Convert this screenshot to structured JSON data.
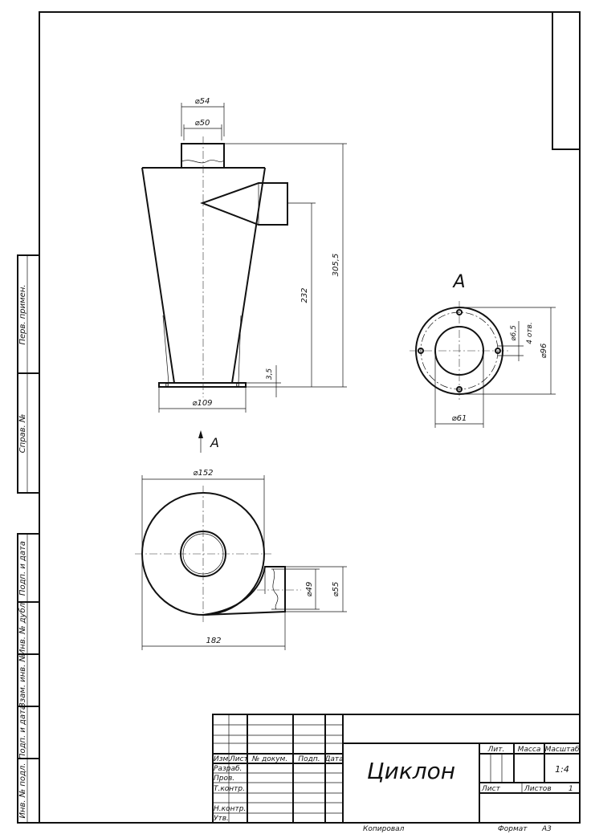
{
  "drawing": {
    "title": "Циклон",
    "scale": "1:4",
    "sheet_number": "1",
    "view_label_top": "A",
    "view_label_arrow": "A"
  },
  "dimensions": {
    "outlet_outer": "⌀54",
    "outlet_inner": "⌀50",
    "total_height": "305,5",
    "inlet_height": "232",
    "flange_thickness": "3,5",
    "base_diameter": "⌀109",
    "flange_hole": "⌀6,5",
    "hole_count": "4 отв.",
    "flange_outer": "⌀96",
    "flange_inner": "⌀61",
    "body_diameter": "⌀152",
    "inlet_inner": "⌀49",
    "inlet_outer": "⌀55",
    "overall_width": "182"
  },
  "side_strip": {
    "perv_primen": "Перв. примен.",
    "sprav_no": "Справ. №",
    "podp_data_1": "Подп. и дата",
    "inv_dubl": "Инв. № дубл.",
    "vzam_inv": "Взам. инв. №",
    "podp_data_2": "Подп. и дата",
    "inv_podl": "Инв. № подл."
  },
  "title_block": {
    "izm": "Изм.",
    "list": "Лист",
    "doc_no": "№ докум.",
    "podp": "Подп.",
    "data": "Дата",
    "razrab": "Разраб.",
    "prov": "Пров.",
    "tkontr": "Т.контр.",
    "nkontr": "Н.контр.",
    "utv": "Утв.",
    "lit": "Лит.",
    "massa": "Масса",
    "masshtab": "Масштаб",
    "list_label": "Лист",
    "listov_label": "Листов"
  },
  "footer": {
    "kopiroval": "Копировал",
    "format_label": "Формат",
    "format_value": "А3"
  }
}
